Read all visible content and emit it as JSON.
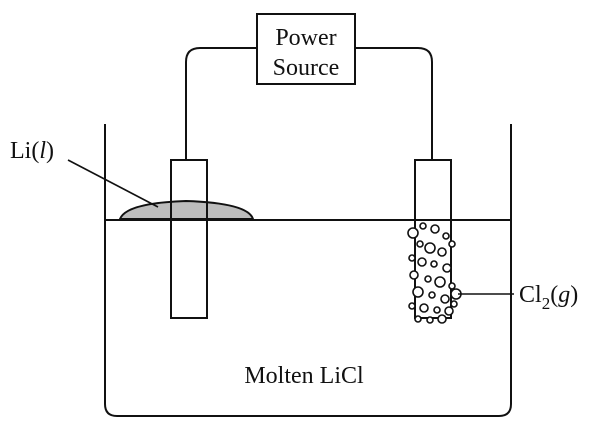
{
  "labels": {
    "power_source_line1": "Power",
    "power_source_line2": "Source",
    "li_prefix": "Li(",
    "li_state": "l",
    "li_suffix": ")",
    "cl2_base": "Cl",
    "cl2_subscript": "2",
    "cl2_open": "(",
    "cl2_state": "g",
    "cl2_close": ")",
    "electrolyte": "Molten LiCl"
  },
  "colors": {
    "line": "#111111",
    "liquid_lithium_fill": "#bdbdbd",
    "background": "#ffffff"
  }
}
